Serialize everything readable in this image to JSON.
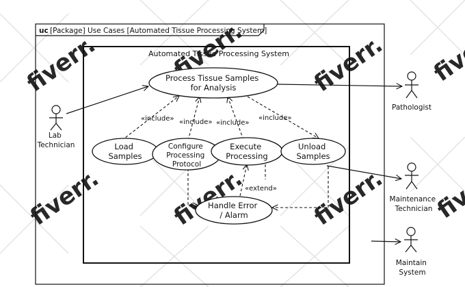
{
  "frame": {
    "keyword": "uc",
    "label": "[Package] Use Cases [Automated Tissue Processing System]"
  },
  "system_boundary": {
    "title": "Automated Tissue Processing System"
  },
  "actors": {
    "lab_technician": [
      "Lab",
      "Technician"
    ],
    "pathologist": [
      "Pathologist"
    ],
    "maintenance_technician": [
      "Maintenance",
      "Technician"
    ],
    "maintain_system": [
      "Maintain",
      "System"
    ]
  },
  "use_cases": {
    "process": [
      "Process Tissue Samples",
      "for Analysis"
    ],
    "load": [
      "Load",
      "Samples"
    ],
    "configure": [
      "Configure",
      "Processing",
      "Protocol"
    ],
    "execute": [
      "Execute",
      "Processing"
    ],
    "unload": [
      "Unload",
      "Samples"
    ],
    "handle_error": [
      "Handle Error",
      "/ Alarm"
    ]
  },
  "relations": {
    "include_1": "«include»",
    "include_2": "«include»",
    "include_3": "«include»",
    "include_4": "«include»",
    "extend": "«extend»"
  },
  "watermark": {
    "text": "fiverr."
  },
  "colors": {
    "line": "#111111",
    "background": "#ffffff",
    "watermark": "#d9d9d9"
  }
}
